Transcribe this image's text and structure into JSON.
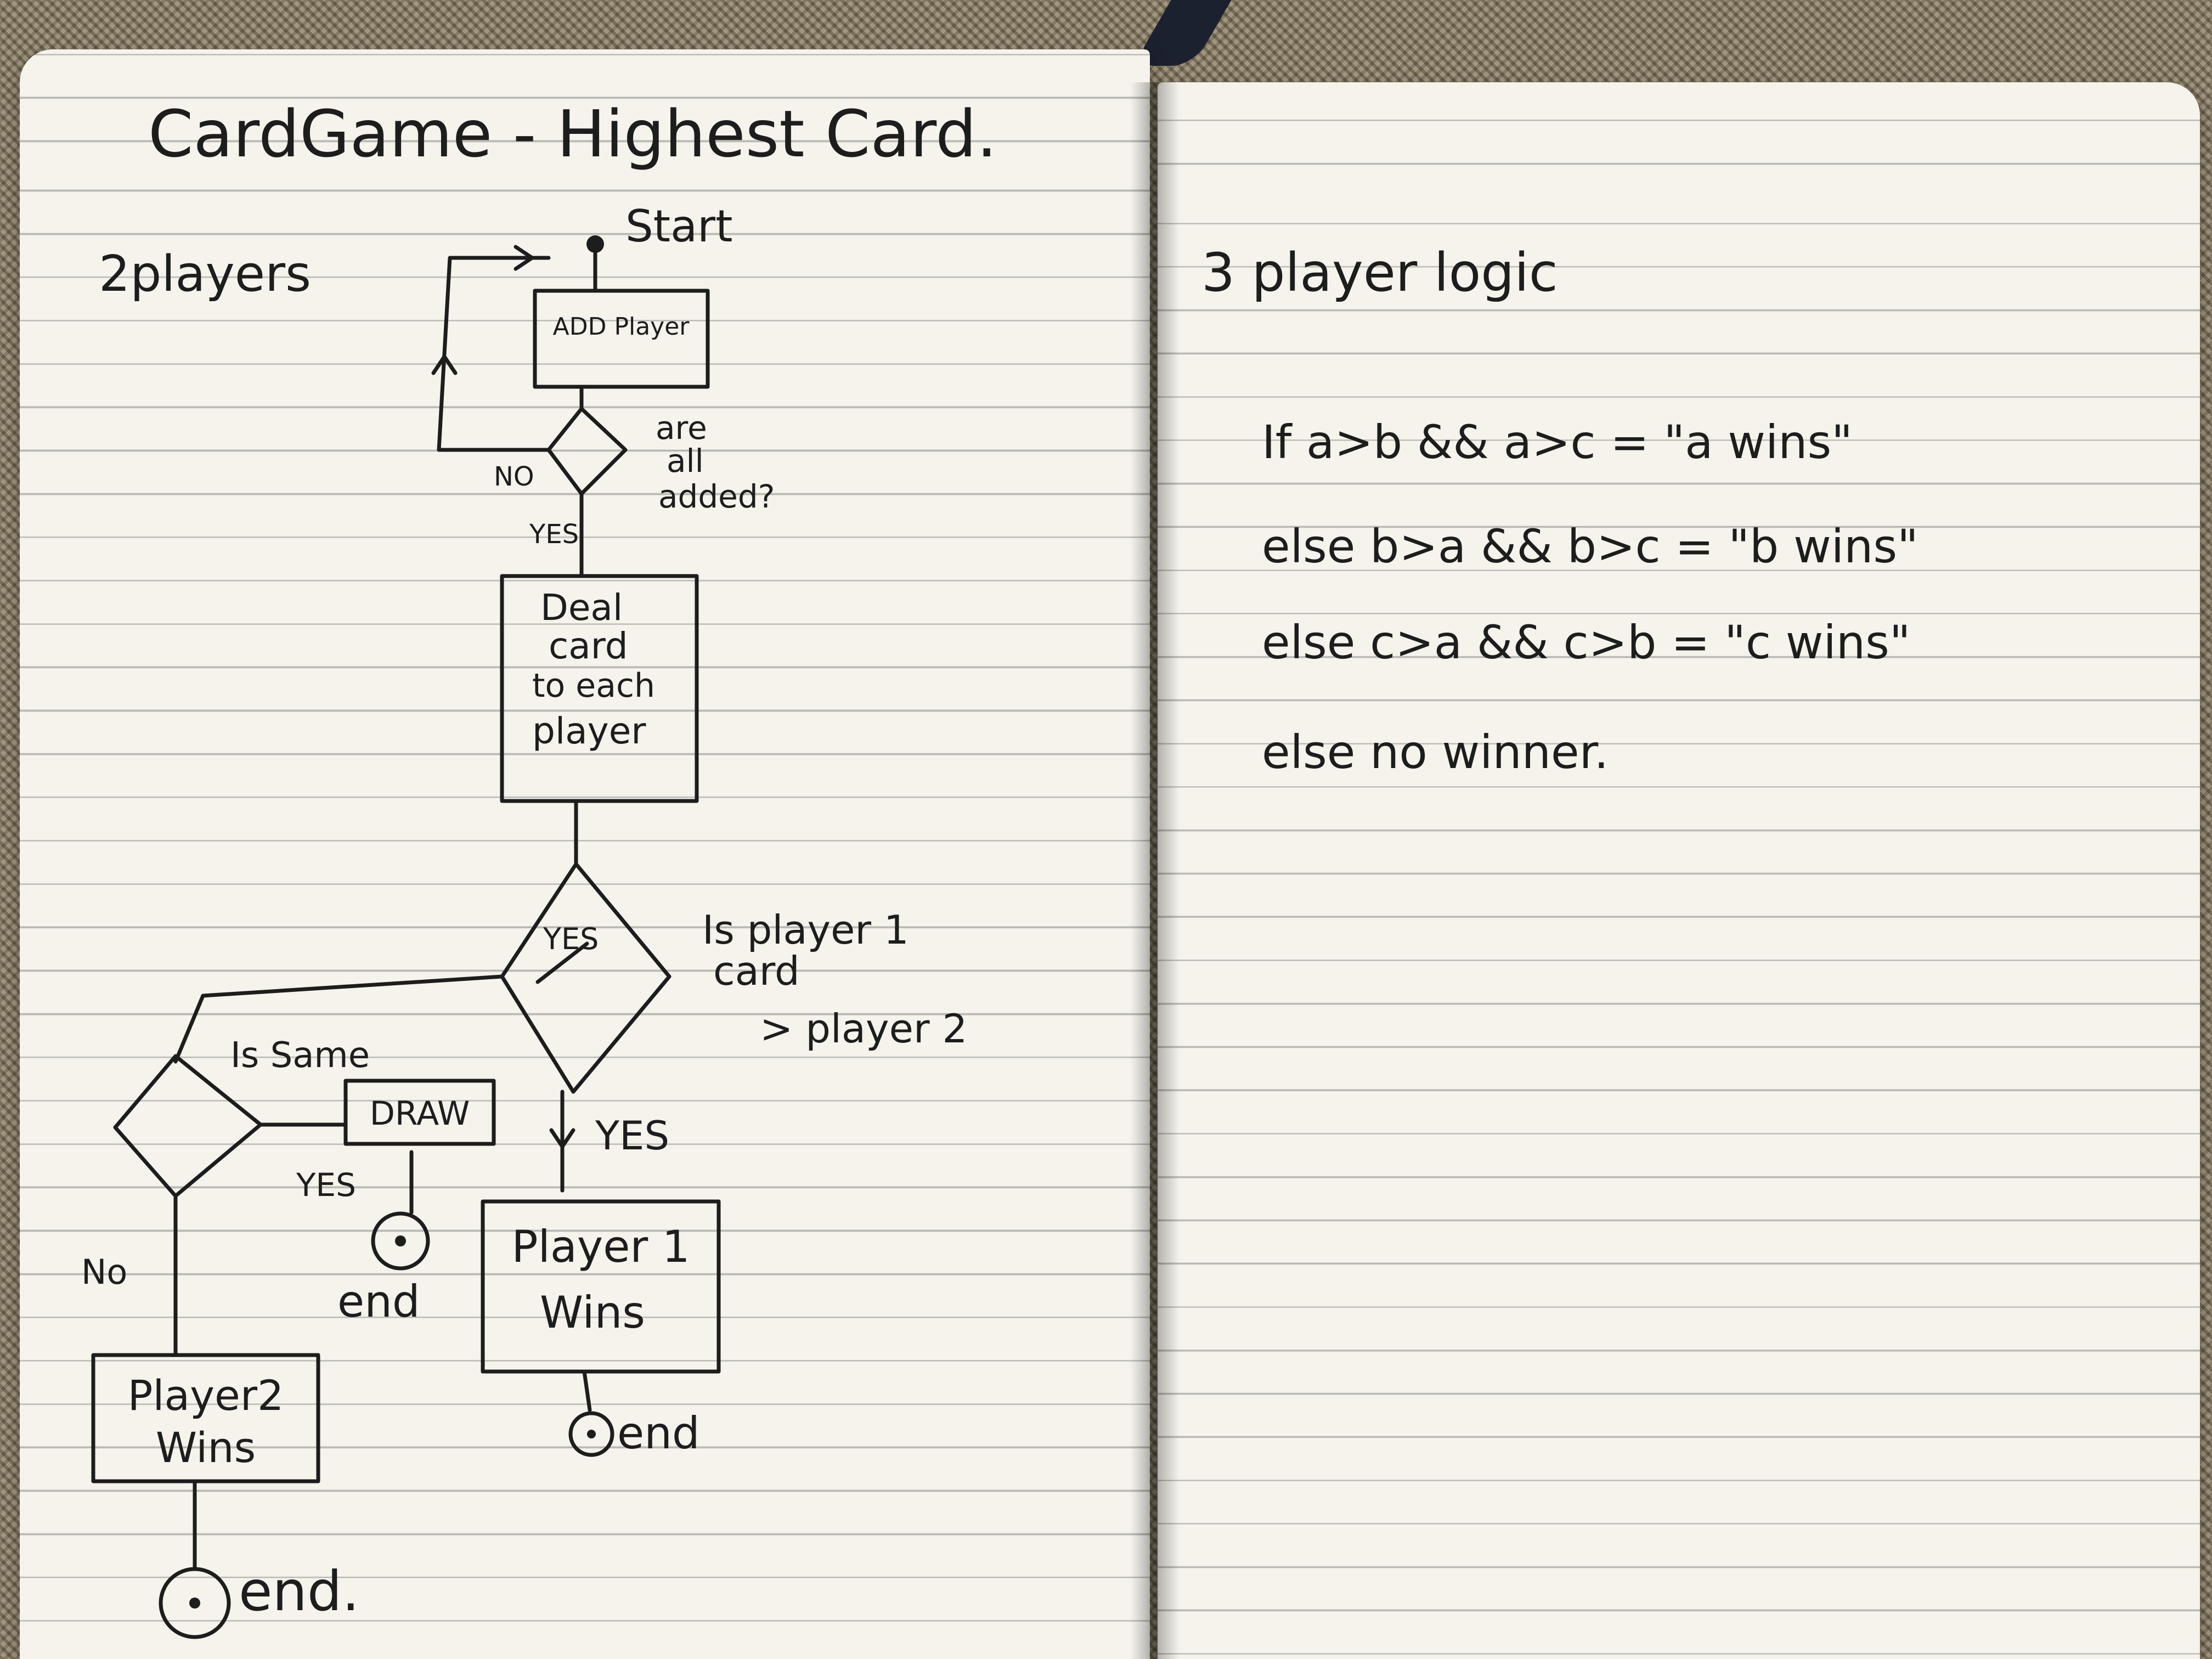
{
  "left_page": {
    "title": "CardGame - Highest Card.",
    "subtitle": "2players",
    "flow": {
      "start_label": "Start",
      "add_player": "ADD Player",
      "all_added_q": [
        "are",
        "all",
        "added?"
      ],
      "no_1": "NO",
      "yes_1": "YES",
      "deal": [
        "Deal",
        "card",
        "to each",
        "player"
      ],
      "decision_yes_mark": "YES",
      "compare_q": [
        "Is player 1",
        "card",
        "> player 2"
      ],
      "same_q": "Is Same",
      "draw": "DRAW",
      "yes_2": "YES",
      "yes_3": "YES",
      "no_2": "No",
      "end_1": "end",
      "player1_wins": [
        "Player 1",
        "Wins"
      ],
      "end_2": "end",
      "player2_wins": [
        "Player2",
        "Wins"
      ],
      "end_3": "end."
    }
  },
  "right_page": {
    "heading": "3 player logic",
    "lines": [
      "If a>b && a>c = \"a wins\"",
      "else b>a && b>c = \"b wins\"",
      "else c>a && c>b = \"c wins\"",
      "else no winner."
    ]
  }
}
